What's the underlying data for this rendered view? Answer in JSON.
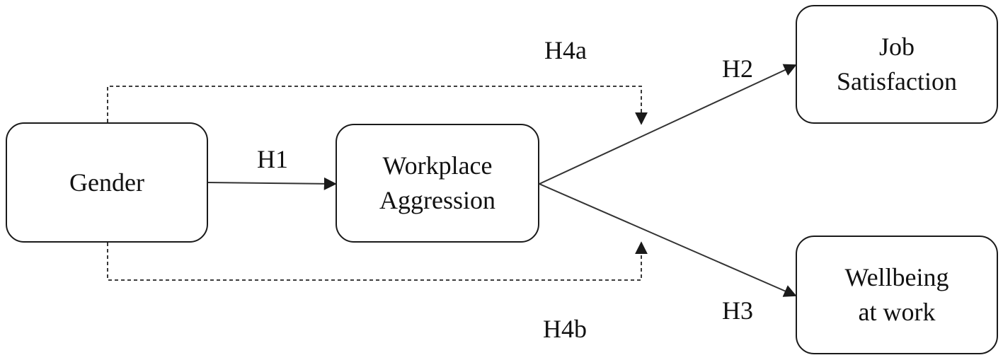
{
  "nodes": {
    "gender": {
      "lines": [
        "Gender"
      ]
    },
    "workplace_aggression": {
      "lines": [
        "Workplace",
        "Aggression"
      ]
    },
    "job_satisfaction": {
      "lines": [
        "Job",
        "Satisfaction"
      ]
    },
    "wellbeing": {
      "lines": [
        "Wellbeing",
        "at work"
      ]
    }
  },
  "hypotheses": {
    "h1": "H1",
    "h2": "H2",
    "h3": "H3",
    "h4a": "H4a",
    "h4b": "H4b"
  },
  "colors": {
    "line": "#1a1a1a",
    "arrow_solid": "#333333",
    "arrow_dashed": "#222222"
  }
}
